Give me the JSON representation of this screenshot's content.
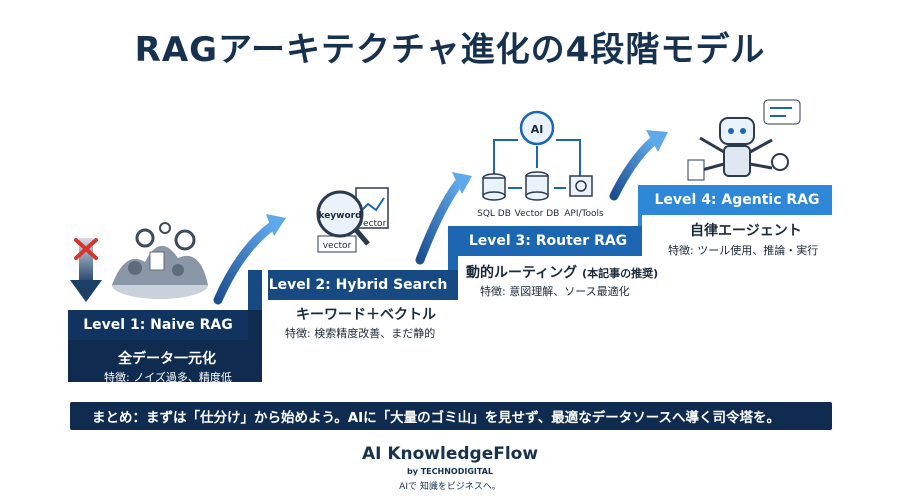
{
  "title": "RAGアーキテクチャ進化の4段階モデル",
  "levels": [
    {
      "label": "Level 1: Naive RAG",
      "heading": "全データ一元化",
      "feature": "特徴: ノイズ過多、精度低"
    },
    {
      "label": "Level 2: Hybrid Search",
      "heading": "キーワード＋ベクトル",
      "feature": "特徴: 検索精度改善、まだ静的"
    },
    {
      "label": "Level 3: Router RAG",
      "heading": "動的ルーティング",
      "heading_note": "(本記事の推奨)",
      "feature": "特徴: 意図理解、ソース最適化"
    },
    {
      "label": "Level 4: Agentic RAG",
      "heading": "自律エージェント",
      "feature": "特徴: ツール使用、推論・実行"
    }
  ],
  "icons": {
    "level2": {
      "keyword": "keyword",
      "vector_a": "vector",
      "vector_b": "vector"
    },
    "level3": {
      "ai": "AI",
      "sql": "SQL DB",
      "vector_db": "Vector DB",
      "api": "API/Tools"
    }
  },
  "summary": "まとめ：まずは「仕分け」から始めよう。AIに「大量のゴミ山」を見せず、最適なデータソースへ導く司令塔を。",
  "brand": {
    "name": "AI KnowledgeFlow",
    "by": "by TECHNODIGITAL",
    "tagline": "AIで 知識をビジネスへ。"
  },
  "colors": {
    "navy": "#10345f",
    "blue2": "#174a83",
    "blue3": "#1c66b2",
    "blue4": "#2f87d8",
    "warning_red": "#d8342c"
  }
}
